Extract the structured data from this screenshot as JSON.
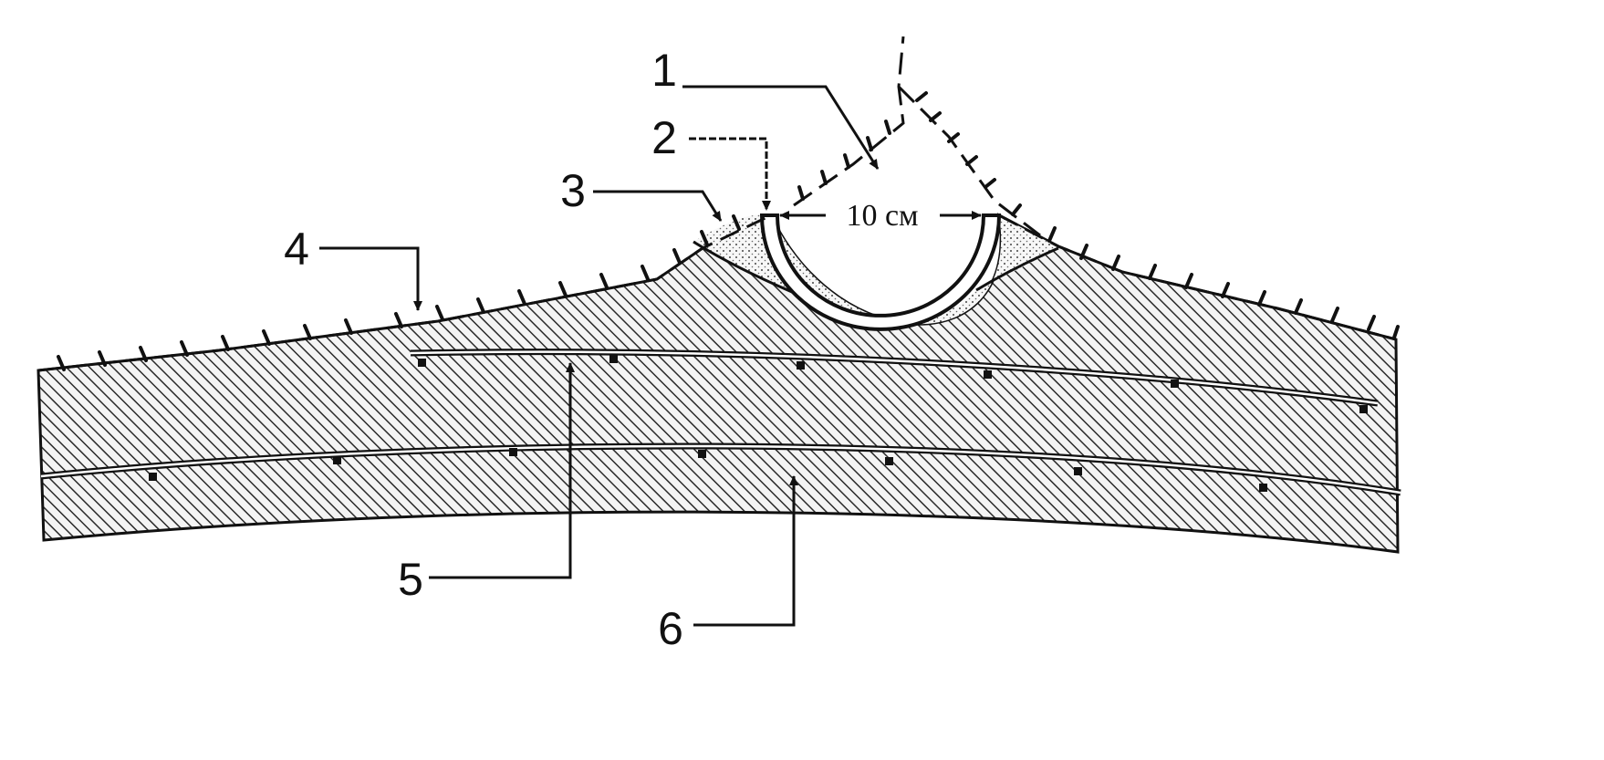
{
  "diagram": {
    "callouts": [
      {
        "id": "1",
        "label": "1"
      },
      {
        "id": "2",
        "label": "2"
      },
      {
        "id": "3",
        "label": "3"
      },
      {
        "id": "4",
        "label": "4"
      },
      {
        "id": "5",
        "label": "5"
      },
      {
        "id": "6",
        "label": "6"
      }
    ],
    "dimension": {
      "label": "10 см"
    },
    "colors": {
      "ink": "#111111",
      "paper": "#ffffff",
      "hatch": "#2a2a2a"
    }
  }
}
